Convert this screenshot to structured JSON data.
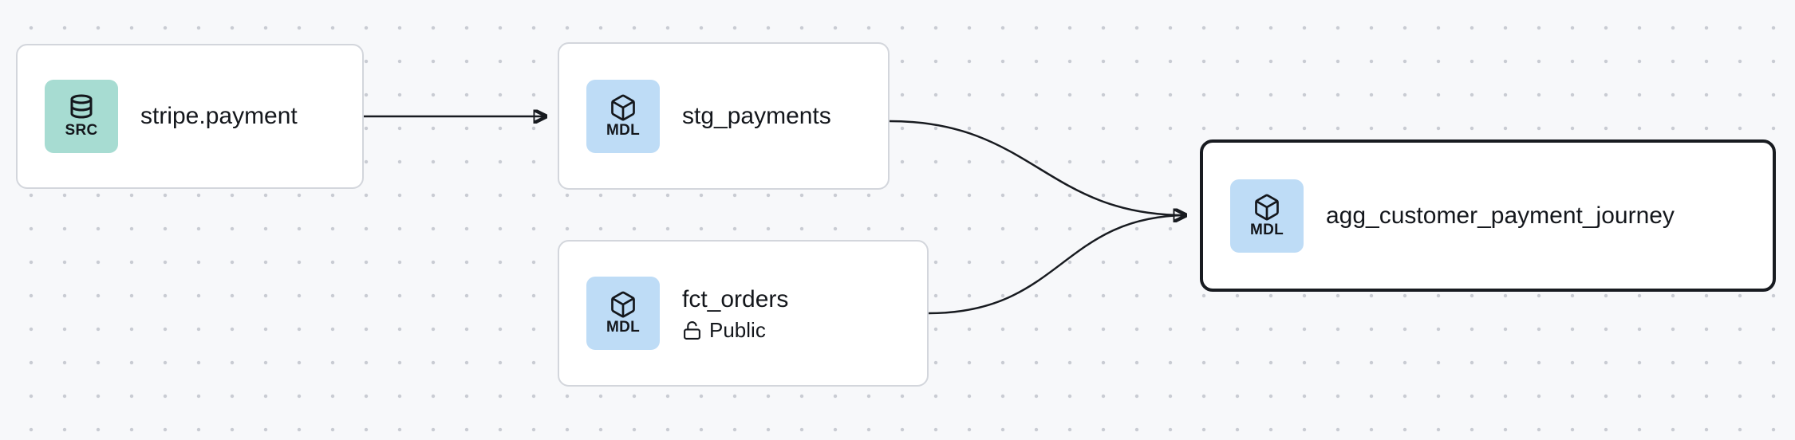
{
  "diagram": {
    "type": "lineage-graph",
    "nodes": [
      {
        "id": "stripe.payment",
        "label": "stripe.payment",
        "badge": "SRC",
        "icon": "database-icon",
        "selected": false
      },
      {
        "id": "stg_payments",
        "label": "stg_payments",
        "badge": "MDL",
        "icon": "cube-icon",
        "selected": false
      },
      {
        "id": "fct_orders",
        "label": "fct_orders",
        "badge": "MDL",
        "icon": "cube-icon",
        "access": "Public",
        "selected": false
      },
      {
        "id": "agg_customer_payment_journey",
        "label": "agg_customer_payment_journey",
        "badge": "MDL",
        "icon": "cube-icon",
        "selected": true
      }
    ],
    "edges": [
      {
        "from": "stripe.payment",
        "to": "stg_payments"
      },
      {
        "from": "stg_payments",
        "to": "agg_customer_payment_journey"
      },
      {
        "from": "fct_orders",
        "to": "agg_customer_payment_journey"
      }
    ],
    "colors": {
      "canvas_bg": "#f7f8fa",
      "dot": "#c9ccd3",
      "node_bg": "#ffffff",
      "node_border": "#d3d6dc",
      "selected_border": "#181b20",
      "edge": "#181b20",
      "src_badge_bg": "#a7dcd2",
      "mdl_badge_bg": "#bedcf6",
      "text": "#14171c"
    }
  }
}
